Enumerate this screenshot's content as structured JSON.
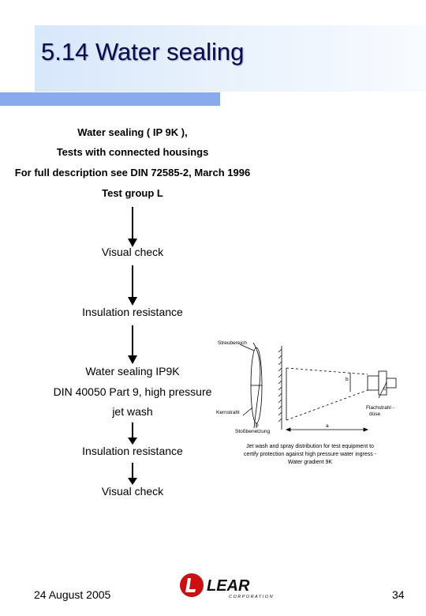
{
  "slide": {
    "title": "5.14 Water sealing",
    "header_lines": [
      "Water sealing ( IP 9K ),",
      "Tests with connected housings",
      "For full description see DIN 72585-2, March 1996",
      "Test group L"
    ],
    "steps": [
      "Visual check",
      "Insulation resistance",
      "Water sealing IP9K",
      "DIN 40050 Part 9, high pressure",
      "jet wash",
      "Insulation resistance",
      "Visual check"
    ]
  },
  "diagram": {
    "labels": {
      "spray_area": "Streubereich",
      "core_jet": "Kernstrahl",
      "jet_impact": "Stoßbenetzung",
      "nozzle_line1": "Flachstrahl -",
      "nozzle_line2": "düse",
      "dim_a": "a",
      "dim_b": "b",
      "dim_c": "b",
      "dim_d": "c"
    },
    "caption_lines": [
      "Jet wash and spray distribution for test equipment to",
      "certify protection against high pressure water ingress -",
      "Water gradient 9K"
    ]
  },
  "footer": {
    "date": "24 August 2005",
    "page": "34",
    "logo_text": "LEAR",
    "logo_subtext": "CORPORATION"
  },
  "colors": {
    "title_text": "#0a0a50",
    "title_band": "#dce9fb",
    "accent_bar": "#8aaaf0"
  }
}
